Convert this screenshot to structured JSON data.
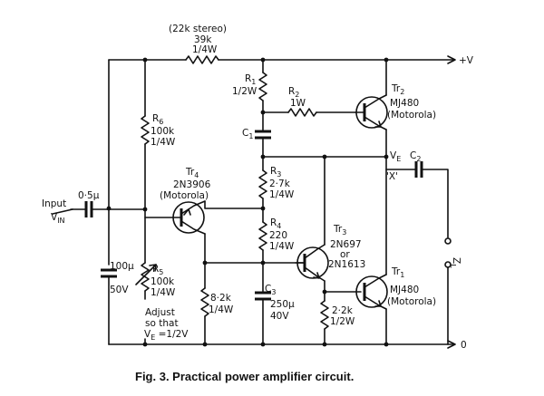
{
  "labels": {
    "stereo_note": "(22k stereo)",
    "r_top_value": "39k",
    "r_top_power": "1/4W",
    "supply": "+V",
    "r1_name": "R",
    "r1_sub": "1",
    "r1_power": "1/2W",
    "r2_name": "R",
    "r2_sub": "2",
    "r2_power": "1W",
    "c1_name": "C",
    "c1_sub": "1",
    "tr2_name": "Tr",
    "tr2_sub": "2",
    "tr2_type": "MJ480",
    "tr2_maker": "(Motorola)",
    "ve_label": "V",
    "ve_sub": "E",
    "c2_name": "C",
    "c2_sub": "2",
    "x_label": "'X'",
    "r6_name": "R",
    "r6_sub": "6",
    "r6_value": "100k",
    "r6_power": "1/4W",
    "tr4_name": "Tr",
    "tr4_sub": "4",
    "tr4_type": "2N3906",
    "tr4_maker": "(Motorola)",
    "r3_name": "R",
    "r3_sub": "3",
    "r3_value": "2·7k",
    "r3_power": "1/4W",
    "input_cap": "0·5µ",
    "input_word": "Input",
    "vin": "V",
    "vin_sub": "IN",
    "r4_name": "R",
    "r4_sub": "4",
    "r4_value": "220",
    "r4_power": "1/4W",
    "tr3_name": "Tr",
    "tr3_sub": "3",
    "tr3_type": "2N697",
    "tr3_or": "or",
    "tr3_alt": "2N1613",
    "zl": "Z",
    "zl_sub": "L",
    "cin_value": "100µ",
    "cin_voltage": "50V",
    "r5_name": "R",
    "r5_sub": "5",
    "r5_value": "100k",
    "r5_power": "1/4W",
    "tr1_name": "Tr",
    "tr1_sub": "1",
    "tr1_type": "MJ480",
    "tr1_maker": "(Motorola)",
    "r82_value": "8·2k",
    "r82_power": "1/4W",
    "c3_name": "C",
    "c3_sub": "3",
    "c3_value": "250µ",
    "c3_voltage": "40V",
    "r22_value": "2·2k",
    "r22_power": "1/2W",
    "adjust_1": "Adjust",
    "adjust_2": "so that",
    "adjust_3": "V",
    "adjust_3_sub": "E",
    "adjust_3_rest": " =1/2V",
    "ground": "0",
    "caption": "Fig. 3. Practical power amplifier circuit."
  }
}
